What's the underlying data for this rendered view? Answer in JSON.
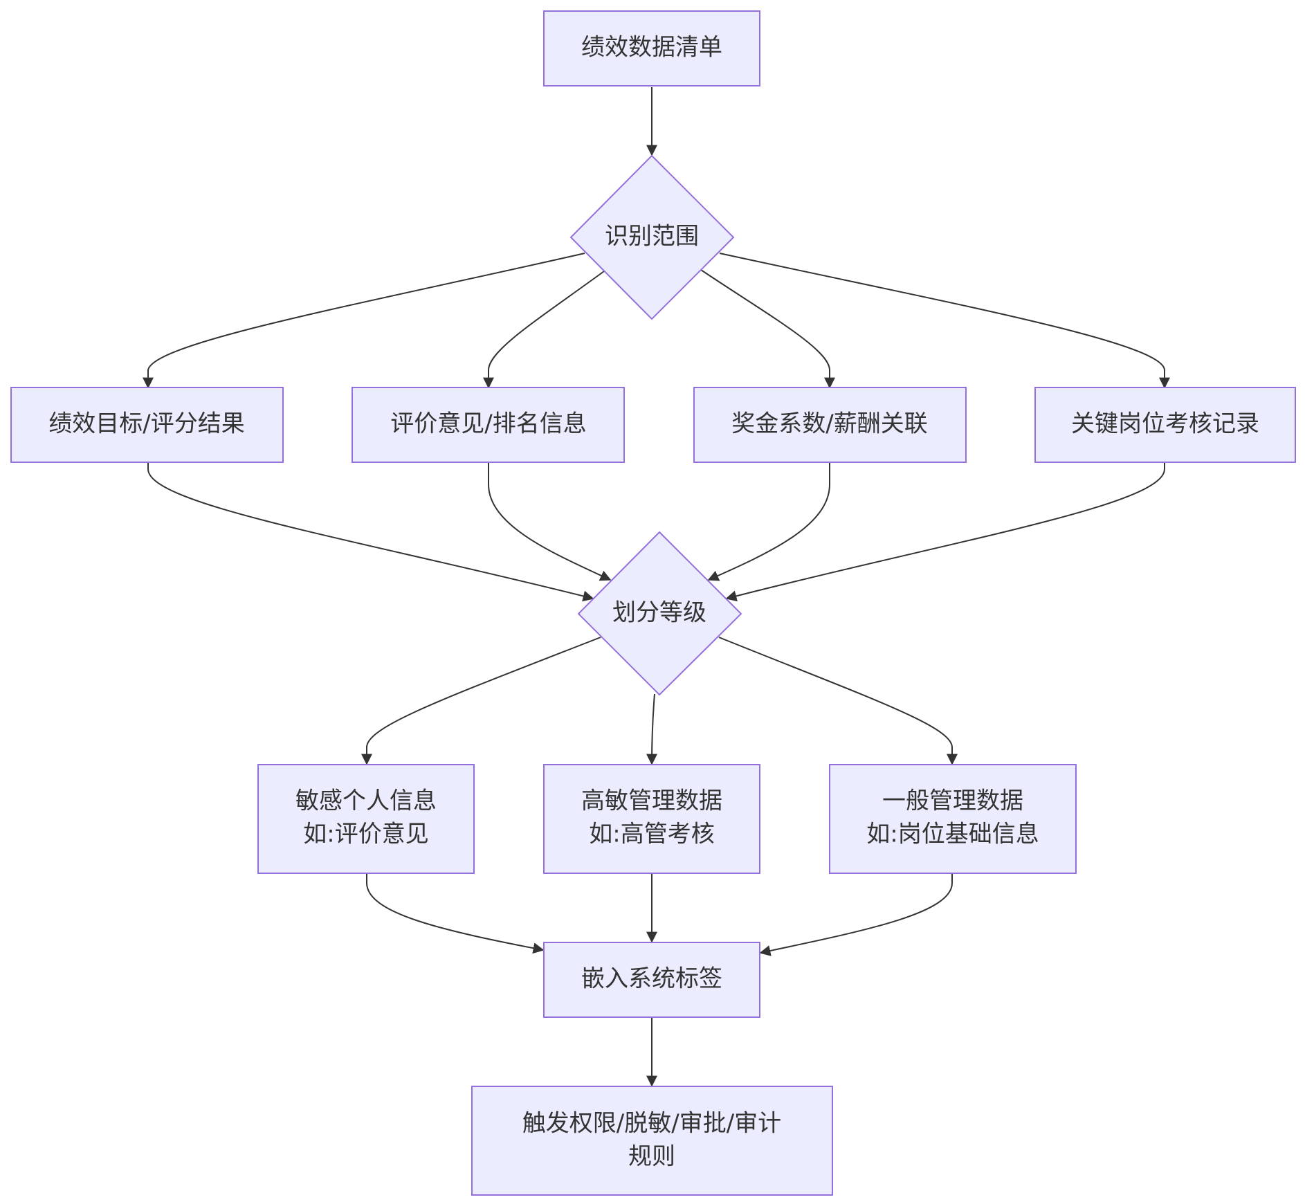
{
  "diagram": {
    "nodes": {
      "start": {
        "text": "绩效数据清单"
      },
      "identify": {
        "text": "识别范围"
      },
      "goal": {
        "text": "绩效目标/评分结果"
      },
      "opinion": {
        "text": "评价意见/排名信息"
      },
      "bonus": {
        "text": "奖金系数/薪酬关联"
      },
      "key": {
        "text": "关键岗位考核记录"
      },
      "classify": {
        "text": "划分等级"
      },
      "sensitive": {
        "line1": "敏感个人信息",
        "line2": "如:评价意见"
      },
      "high": {
        "line1": "高敏管理数据",
        "line2": "如:高管考核"
      },
      "general": {
        "line1": "一般管理数据",
        "line2": "如:岗位基础信息"
      },
      "embed": {
        "text": "嵌入系统标签"
      },
      "trigger": {
        "line1": "触发权限/脱敏/审批/审计",
        "line2": "规则"
      }
    },
    "edges": [
      {
        "from": "start",
        "to": "identify"
      },
      {
        "from": "identify",
        "to": "goal"
      },
      {
        "from": "identify",
        "to": "opinion"
      },
      {
        "from": "identify",
        "to": "bonus"
      },
      {
        "from": "identify",
        "to": "key"
      },
      {
        "from": "goal",
        "to": "classify"
      },
      {
        "from": "opinion",
        "to": "classify"
      },
      {
        "from": "bonus",
        "to": "classify"
      },
      {
        "from": "key",
        "to": "classify"
      },
      {
        "from": "classify",
        "to": "sensitive"
      },
      {
        "from": "classify",
        "to": "high"
      },
      {
        "from": "classify",
        "to": "general"
      },
      {
        "from": "sensitive",
        "to": "embed"
      },
      {
        "from": "high",
        "to": "embed"
      },
      {
        "from": "general",
        "to": "embed"
      },
      {
        "from": "embed",
        "to": "trigger"
      }
    ],
    "colors": {
      "node_fill": "#ececff",
      "node_stroke": "#9370db",
      "edge": "#333333",
      "text": "#333333"
    }
  }
}
